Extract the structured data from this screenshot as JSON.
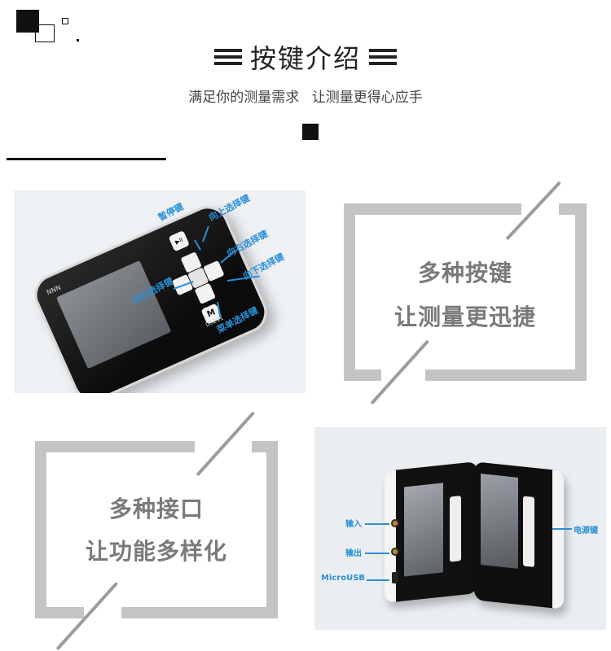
{
  "header": {
    "title": "按键介绍",
    "subtitle": "满足你的测量需求   让测量更得心应手"
  },
  "panel_buttons": {
    "callouts": {
      "pause": "暂停键",
      "up": "向上选择键",
      "right": "向右选择键",
      "left": "向左选择键",
      "down": "向下选择键",
      "menu": "菜单选择键"
    },
    "device_logo": "NNN",
    "device_model": "DS211",
    "button_glyph_pause": "▶II",
    "button_glyph_menu": "M"
  },
  "frame_keys": {
    "line1": "多种按键",
    "line2": "让测量更迅捷"
  },
  "frame_ports": {
    "line1": "多种接口",
    "line2": "让功能多样化"
  },
  "panel_ports": {
    "callouts": {
      "input": "输入",
      "output": "输出",
      "usb": "MicroUSB",
      "power": "电源键"
    }
  },
  "colors": {
    "callout": "#2a8fd6",
    "frame": "#c4c4c4",
    "frame_text": "#7a7a7a",
    "panel_bg": "#eef1f4"
  }
}
